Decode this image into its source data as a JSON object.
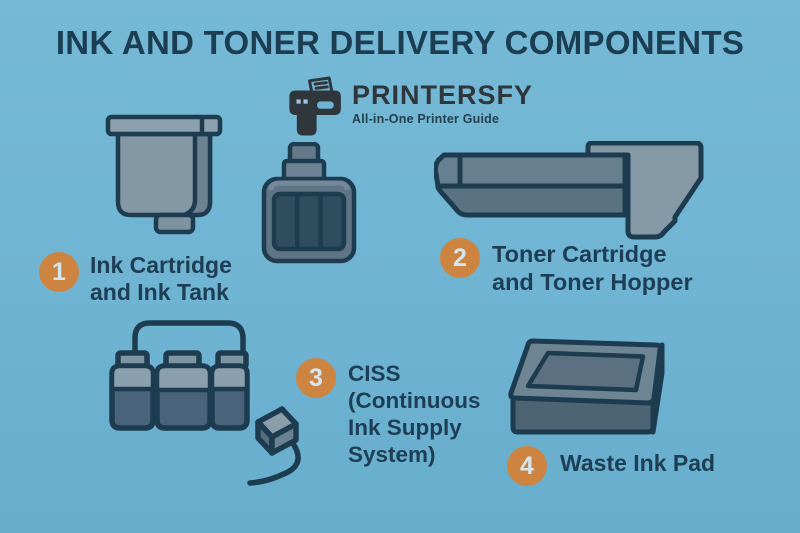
{
  "colors": {
    "background": "#6fb4d2",
    "accent_orange": "#cd8440",
    "navy_text": "#1c3e53",
    "badge_number": "#d3e6ef",
    "logo_dark": "#2f363c",
    "illustration_light": "#8a9daa",
    "illustration_mid": "#66808f",
    "illustration_dark": "#48637a"
  },
  "title": "INK AND TONER DELIVERY COMPONENTS",
  "logo": {
    "brand": "PRINTERSFY",
    "tagline": "All-in-One Printer Guide"
  },
  "items": [
    {
      "number": "1",
      "label": "Ink Cartridge\nand Ink Tank"
    },
    {
      "number": "2",
      "label": "Toner Cartridge\nand Toner Hopper"
    },
    {
      "number": "3",
      "label": "CISS\n(Continuous\nInk Supply\nSystem)"
    },
    {
      "number": "4",
      "label": "Waste Ink Pad"
    }
  ]
}
